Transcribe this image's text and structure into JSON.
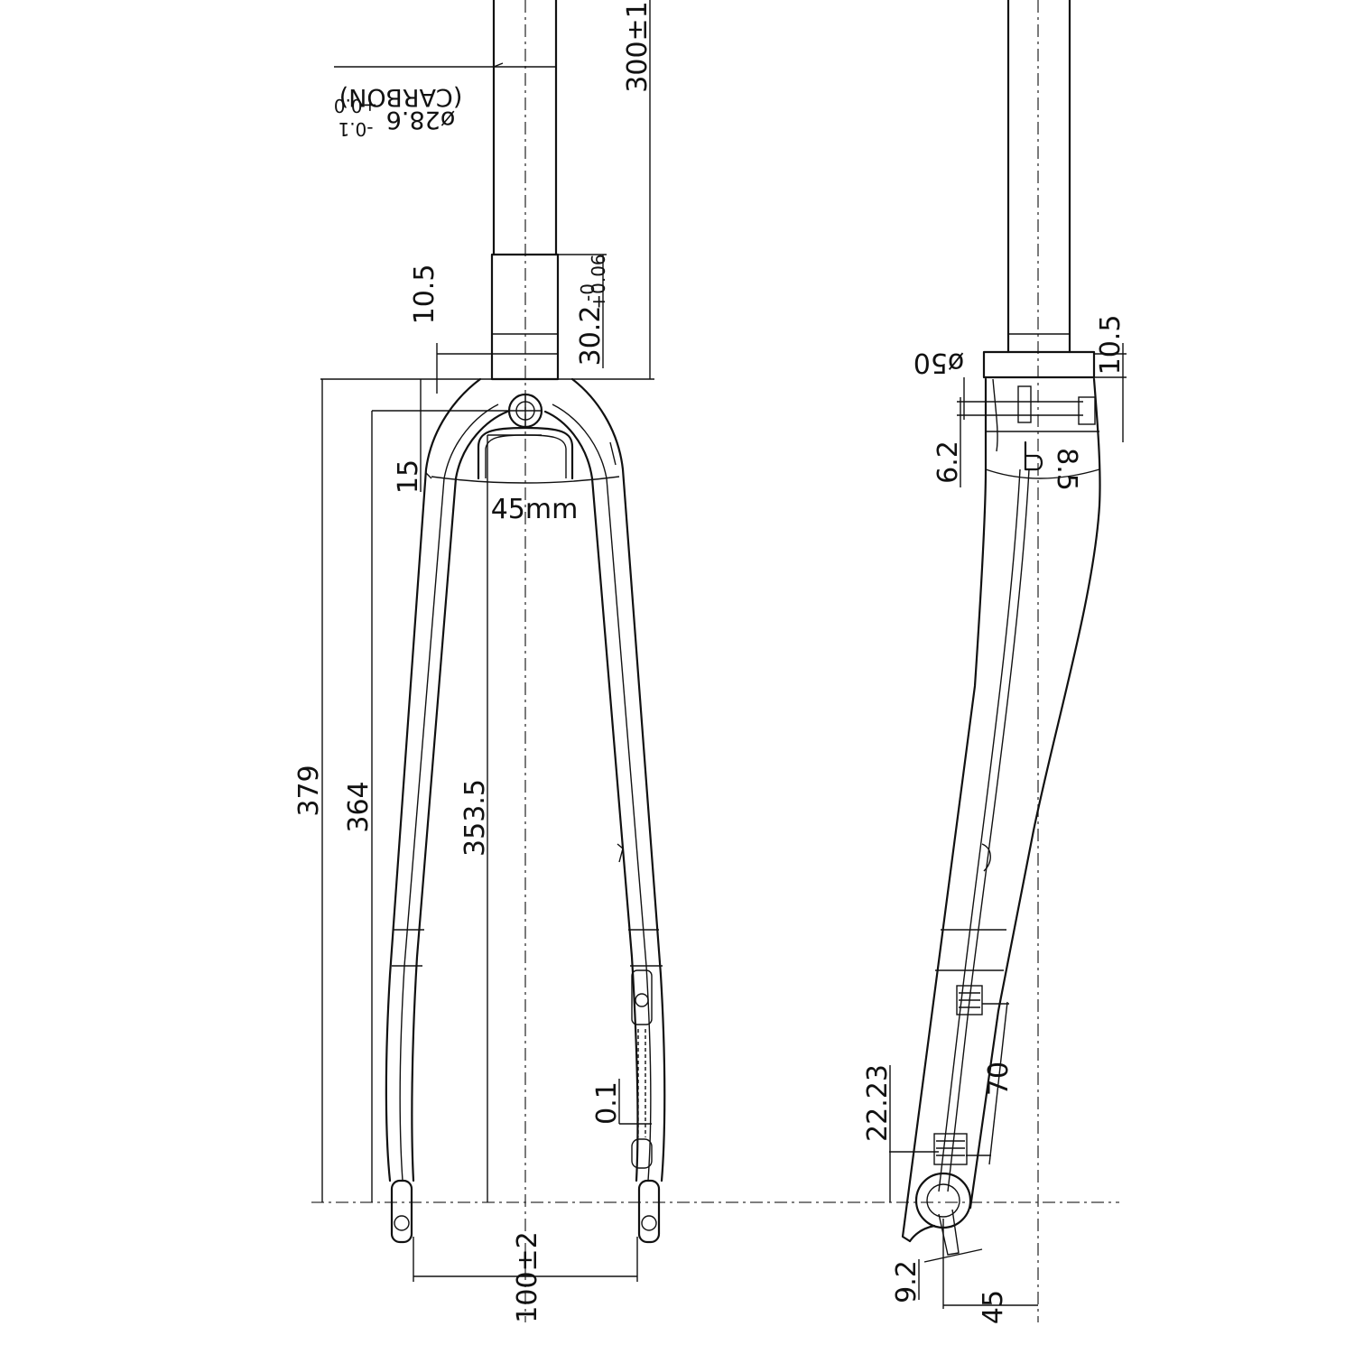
{
  "front_view": {
    "steerer_length": "300±1",
    "steerer_diameter_base": "ø28.6",
    "steerer_diameter_tol_upper": "+0.0",
    "steerer_diameter_tol_lower": "-0.1",
    "steerer_material": "(CARBON)",
    "crown_race_seat_base": "30.2",
    "crown_race_seat_tol_upper": "+0.06",
    "crown_race_seat_tol_lower": "-0",
    "crown_race_height": "10.5",
    "crown_offset": "15",
    "crown_width": "45mm",
    "axle_to_crown_total": "379",
    "axle_to_crown_mid": "364",
    "axle_to_crown_inner": "353.5",
    "dropout_spacing": "100±2",
    "dropout_gap": "0.1"
  },
  "side_view": {
    "crown_race_height": "10.5",
    "crown_diameter": "ø50",
    "brake_hole_offset": "6.2",
    "brake_hole_depth": "8.5",
    "mount_spacing": "70",
    "mount_height": "22.23",
    "dropout_thickness": "9.2",
    "fork_offset": "45"
  }
}
